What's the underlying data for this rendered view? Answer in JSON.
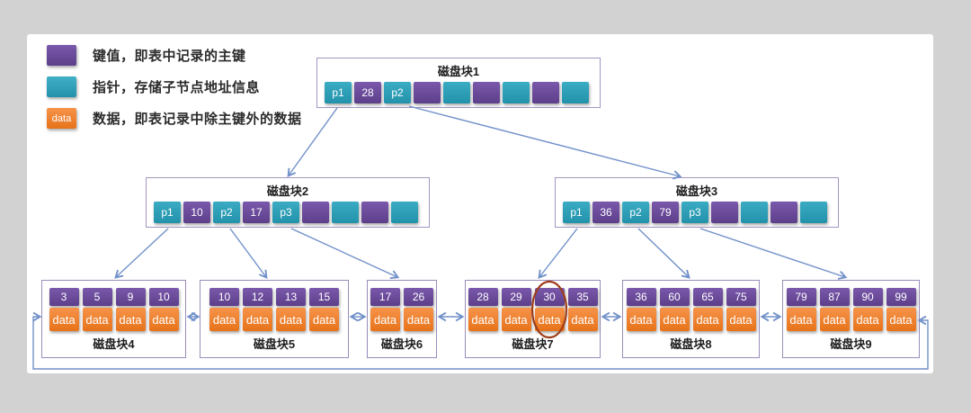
{
  "legend": {
    "items": [
      {
        "name": "key",
        "label": "键值，即表中记录的主键",
        "swatch_text": ""
      },
      {
        "name": "pointer",
        "label": "指针，存储子节点地址信息",
        "swatch_text": ""
      },
      {
        "name": "data",
        "label": "数据，即表记录中除主键外的数据",
        "swatch_text": "data"
      }
    ]
  },
  "internal_blocks": [
    {
      "title": "磁盘块1",
      "cells": [
        "p1",
        "28",
        "p2",
        "",
        "",
        "",
        "",
        "",
        ""
      ]
    },
    {
      "title": "磁盘块2",
      "cells": [
        "p1",
        "10",
        "p2",
        "17",
        "p3",
        "",
        "",
        "",
        ""
      ]
    },
    {
      "title": "磁盘块3",
      "cells": [
        "p1",
        "36",
        "p2",
        "79",
        "p3",
        "",
        "",
        "",
        ""
      ]
    }
  ],
  "leaf_blocks": [
    {
      "title": "磁盘块4",
      "keys": [
        "3",
        "5",
        "9",
        "10"
      ]
    },
    {
      "title": "磁盘块5",
      "keys": [
        "10",
        "12",
        "13",
        "15"
      ]
    },
    {
      "title": "磁盘块6",
      "keys": [
        "17",
        "26"
      ]
    },
    {
      "title": "磁盘块7",
      "keys": [
        "28",
        "29",
        "30",
        "35"
      ]
    },
    {
      "title": "磁盘块8",
      "keys": [
        "36",
        "60",
        "65",
        "75"
      ]
    },
    {
      "title": "磁盘块9",
      "keys": [
        "79",
        "87",
        "90",
        "99"
      ]
    }
  ],
  "labels": {
    "data_cell": "data"
  },
  "annotation": {
    "highlighted_key": "30"
  },
  "colors": {
    "key": "#6a4a9b",
    "pointer": "#2ea2ba",
    "data": "#ee7d26",
    "arrow": "#7191c9",
    "highlight_circle": "#9e3d1a",
    "background": "#d2d2d2"
  }
}
